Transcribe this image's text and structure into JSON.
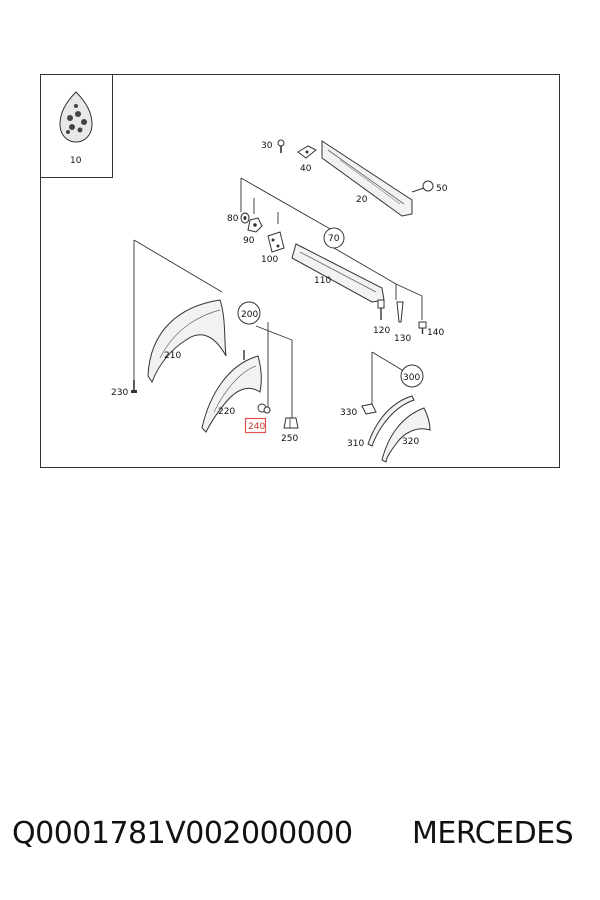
{
  "callouts": {
    "c10": "10",
    "c20": "20",
    "c30": "30",
    "c40": "40",
    "c50": "50",
    "c70": "70",
    "c80": "80",
    "c90": "90",
    "c100": "100",
    "c110": "110",
    "c120": "120",
    "c130": "130",
    "c140": "140",
    "c200": "200",
    "c210": "210",
    "c220": "220",
    "c230": "230",
    "c240": "240",
    "c250": "250",
    "c300": "300",
    "c310": "310",
    "c320": "320",
    "c330": "330"
  },
  "highlight": {
    "callout": "240",
    "color": "#e05050"
  },
  "footer": {
    "part_code": "Q0001781V002000000",
    "brand": "MERCEDES"
  }
}
